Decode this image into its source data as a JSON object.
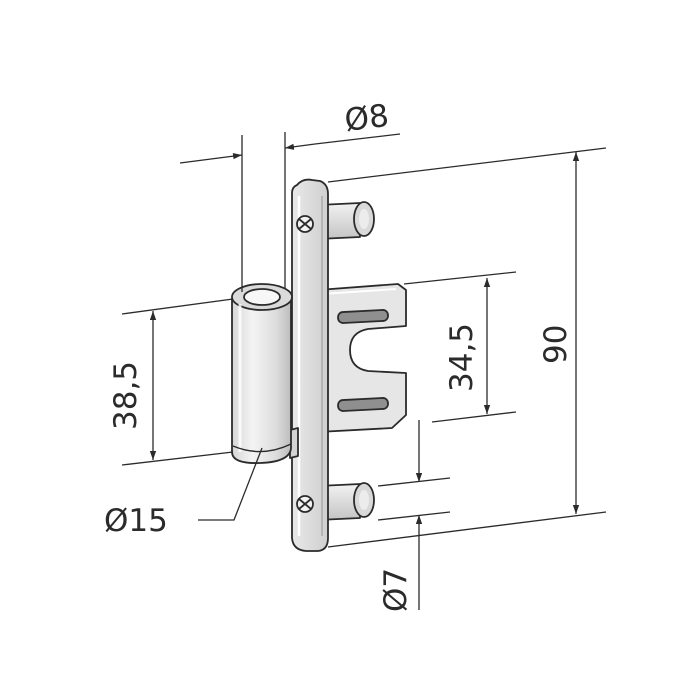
{
  "dimensions": {
    "pin_diameter": "Ø8",
    "total_height": "90",
    "plate_height": "34,5",
    "sleeve_height": "38,5",
    "sleeve_diameter": "Ø15",
    "stud_diameter": "Ø7"
  },
  "colors": {
    "line": "#2b2b2b",
    "metal_fill": "#e2e2e2",
    "metal_light": "#f3f3f3",
    "metal_dark": "#b9b9b9",
    "background": "#ffffff"
  }
}
